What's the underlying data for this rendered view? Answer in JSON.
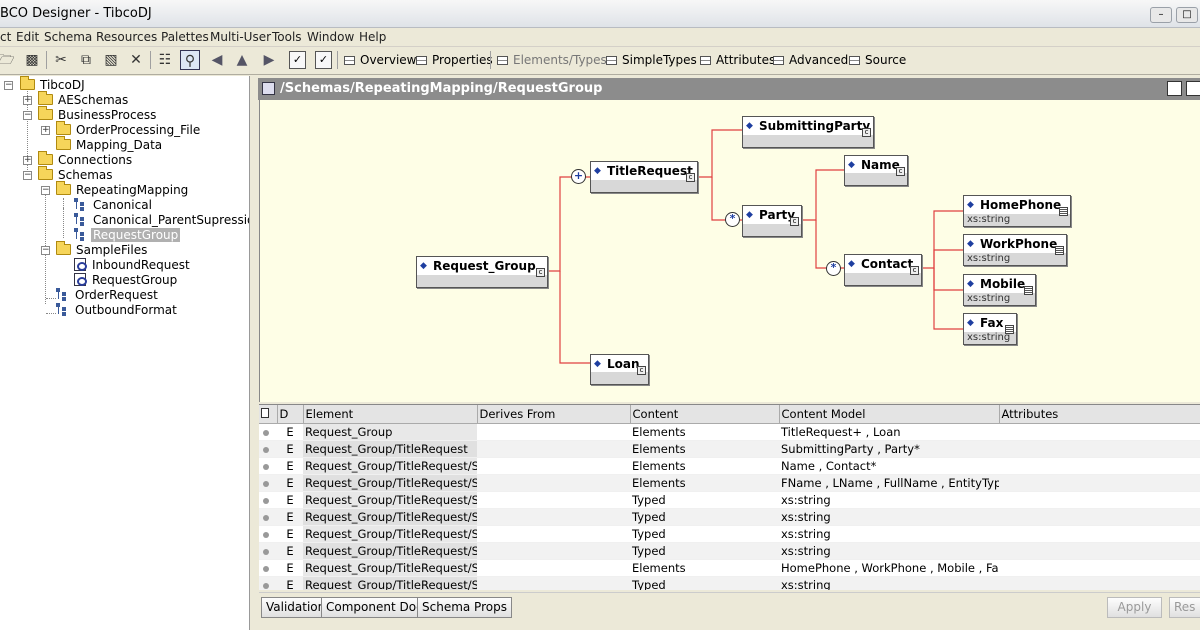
{
  "window": {
    "title": "BCO Designer - TibcoDJ"
  },
  "menu": [
    "ct",
    "Edit",
    "Schema",
    "Resources",
    "Palettes",
    "Multi-User",
    "Tools",
    "Window",
    "Help"
  ],
  "toolbar": {
    "tabs": [
      {
        "label": "Overview",
        "enabled": true
      },
      {
        "label": "Properties",
        "enabled": true
      },
      {
        "label": "Elements/Types",
        "enabled": false
      },
      {
        "label": "SimpleTypes",
        "enabled": true
      },
      {
        "label": "Attributes",
        "enabled": true
      },
      {
        "label": "Advanced",
        "enabled": true
      },
      {
        "label": "Source",
        "enabled": true
      }
    ]
  },
  "tree": [
    {
      "label": "TibcoDJ",
      "icon": "folder"
    },
    {
      "label": "AESchemas",
      "icon": "folder"
    },
    {
      "label": "BusinessProcess",
      "icon": "folder"
    },
    {
      "label": "OrderProcessing_File",
      "icon": "folder"
    },
    {
      "label": "Mapping_Data",
      "icon": "folder"
    },
    {
      "label": "Connections",
      "icon": "folder"
    },
    {
      "label": "Schemas",
      "icon": "folder"
    },
    {
      "label": "RepeatingMapping",
      "icon": "folder"
    },
    {
      "label": "Canonical",
      "icon": "schema"
    },
    {
      "label": "Canonical_ParentSupression",
      "icon": "schema"
    },
    {
      "label": "RequestGroup",
      "icon": "schema",
      "selected": true
    },
    {
      "label": "SampleFiles",
      "icon": "folder"
    },
    {
      "label": "InboundRequest",
      "icon": "xml"
    },
    {
      "label": "RequestGroup",
      "icon": "xml"
    },
    {
      "label": "OrderRequest",
      "icon": "schema"
    },
    {
      "label": "OutboundFormat",
      "icon": "schema"
    }
  ],
  "editor": {
    "path": "/Schemas/RepeatingMapping/RequestGroup"
  },
  "diagram": {
    "nodes": {
      "request_group": {
        "label": "Request_Group",
        "type": ""
      },
      "title_request": {
        "label": "TitleRequest",
        "type": ""
      },
      "loan": {
        "label": "Loan",
        "type": ""
      },
      "submitting_party": {
        "label": "SubmittingParty",
        "type": ""
      },
      "party": {
        "label": "Party",
        "type": ""
      },
      "name": {
        "label": "Name",
        "type": ""
      },
      "contact": {
        "label": "Contact",
        "type": ""
      },
      "home_phone": {
        "label": "HomePhone",
        "type": "xs:string"
      },
      "work_phone": {
        "label": "WorkPhone",
        "type": "xs:string"
      },
      "mobile": {
        "label": "Mobile",
        "type": "xs:string"
      },
      "fax": {
        "label": "Fax",
        "type": "xs:string"
      }
    },
    "cardinality": {
      "title_request": "+",
      "party": "*",
      "contact": "*"
    },
    "colors": {
      "connector": "#e04040",
      "node_border": "#555555",
      "background": "#fefee6"
    }
  },
  "table": {
    "columns": [
      "D",
      "Element",
      "Derives From",
      "Content",
      "Content Model",
      "Attributes"
    ],
    "rows": [
      {
        "d": "E",
        "element": "Request_Group",
        "derives": "",
        "content": "Elements",
        "model": "TitleRequest+ , Loan",
        "attrs": ""
      },
      {
        "d": "E",
        "element": "Request_Group/TitleRequest",
        "derives": "",
        "content": "Elements",
        "model": "SubmittingParty , Party*",
        "attrs": ""
      },
      {
        "d": "E",
        "element": "Request_Group/TitleRequest/S...",
        "derives": "",
        "content": "Elements",
        "model": "Name , Contact*",
        "attrs": ""
      },
      {
        "d": "E",
        "element": "Request_Group/TitleRequest/S...",
        "derives": "",
        "content": "Elements",
        "model": "FName , LName , FullName , EntityType",
        "attrs": ""
      },
      {
        "d": "E",
        "element": "Request_Group/TitleRequest/S...",
        "derives": "",
        "content": "Typed",
        "model": "xs:string",
        "attrs": ""
      },
      {
        "d": "E",
        "element": "Request_Group/TitleRequest/S...",
        "derives": "",
        "content": "Typed",
        "model": "xs:string",
        "attrs": ""
      },
      {
        "d": "E",
        "element": "Request_Group/TitleRequest/S...",
        "derives": "",
        "content": "Typed",
        "model": "xs:string",
        "attrs": ""
      },
      {
        "d": "E",
        "element": "Request_Group/TitleRequest/S...",
        "derives": "",
        "content": "Typed",
        "model": "xs:string",
        "attrs": ""
      },
      {
        "d": "E",
        "element": "Request_Group/TitleRequest/S...",
        "derives": "",
        "content": "Elements",
        "model": "HomePhone , WorkPhone , Mobile , Fax",
        "attrs": ""
      },
      {
        "d": "E",
        "element": "Request_Group/TitleRequest/S...",
        "derives": "",
        "content": "Typed",
        "model": "xs:string",
        "attrs": ""
      }
    ]
  },
  "buttons": {
    "validation": "Validation",
    "component_doc": "Component Doc",
    "schema_props": "Schema Props",
    "apply": "Apply",
    "reset": "Res"
  }
}
